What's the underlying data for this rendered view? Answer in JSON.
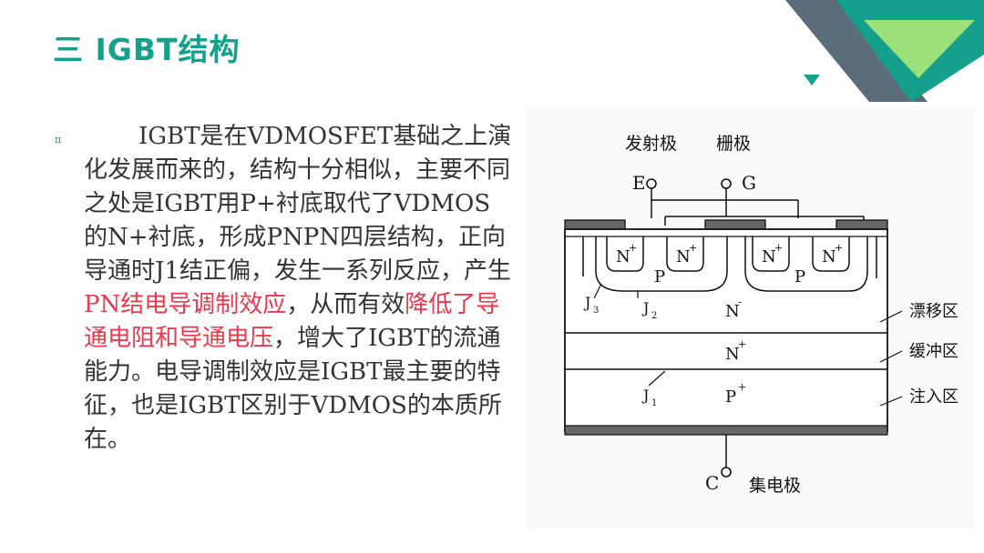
{
  "slide": {
    "title": "三 IGBT结构",
    "bullet_symbol": "π",
    "paragraph": {
      "part1": "IGBT是在VDMOSFET基础之上演化发展而来的，结构十分相似，主要不同之处是IGBT用P+衬底取代了VDMOS的N+衬底，形成PNPN四层结构，正向导通时J1结正偏，发生一系列反应，产生",
      "hl1": "PN结电导调制效应",
      "part2": "，从而有效",
      "hl2": "降低了导通电阻和导通电压",
      "part3": "，增大了IGBT的流通能力。电导调制效应是IGBT最主要的特征，也是IGBT区别于VDMOS的本质所在。"
    }
  },
  "colors": {
    "accent": "#14a08a",
    "highlight": "#e8394d",
    "text": "#333333",
    "deco_gray": "#5b6d7a",
    "deco_green": "#14a08a",
    "deco_light": "#9be07a"
  },
  "figure": {
    "emitter_cn": "发射极",
    "gate_cn": "栅极",
    "emitter": "E",
    "gate": "G",
    "collector": "C",
    "collector_cn": "集电极",
    "region_n_plus_1": "N",
    "region_n_plus_2": "N",
    "region_n_plus_3": "N",
    "region_n_plus_4": "N",
    "sup_plus": "+",
    "region_p_1": "P",
    "region_p_2": "P",
    "j3": "J",
    "j3_sub": "3",
    "j2": "J",
    "j2_sub": "2",
    "n_minus": "N",
    "sup_minus": "-",
    "buffer_n_plus": "N",
    "j1": "J",
    "j1_sub": "1",
    "p_plus": "P",
    "drift_region": "漂移区",
    "buffer_region": "缓冲区",
    "injection_region": "注入区"
  }
}
